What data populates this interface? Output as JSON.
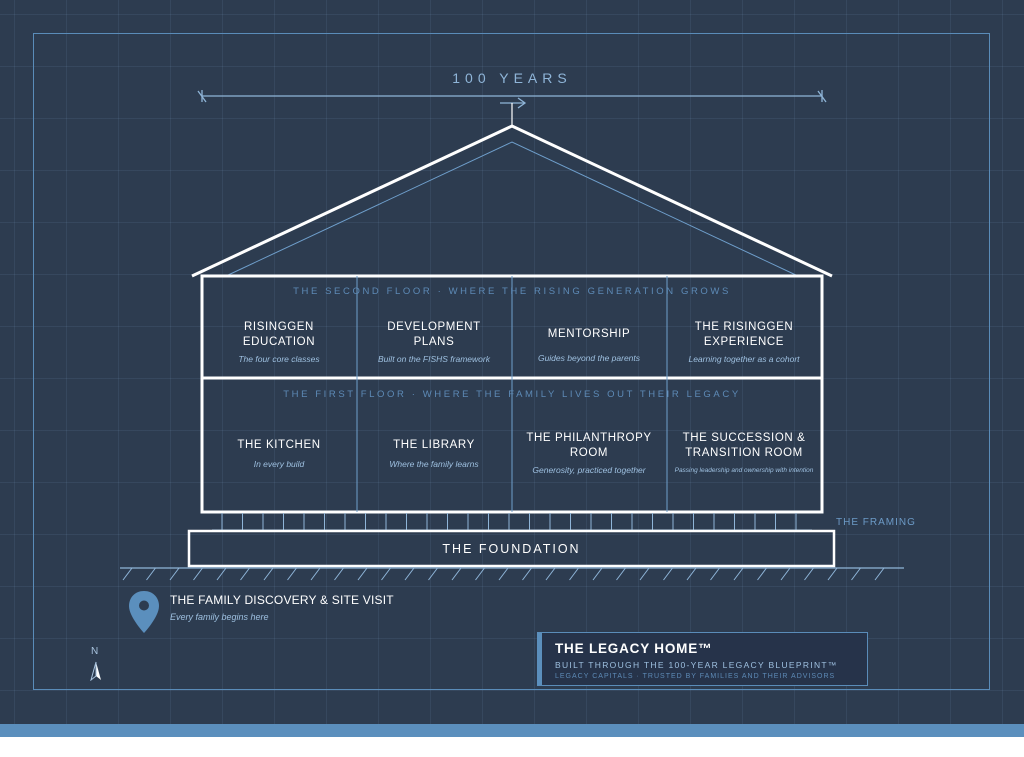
{
  "span": {
    "label": "100 YEARS"
  },
  "second_floor": {
    "label": "THE SECOND FLOOR · WHERE THE RISING GENERATION GROWS",
    "rooms": [
      {
        "title_line1": "RISINGGEN",
        "title_line2": "EDUCATION",
        "subtitle": "The four core classes"
      },
      {
        "title_line1": "DEVELOPMENT",
        "title_line2": "PLANS",
        "subtitle": "Built on the FISHS framework"
      },
      {
        "title_line1": "MENTORSHIP",
        "title_line2": "",
        "subtitle": "Guides beyond the parents"
      },
      {
        "title_line1": "THE RISINGGEN",
        "title_line2": "EXPERIENCE",
        "subtitle": "Learning together as a cohort"
      }
    ]
  },
  "first_floor": {
    "label": "THE FIRST FLOOR · WHERE THE FAMILY LIVES OUT THEIR LEGACY",
    "rooms": [
      {
        "title_line1": "THE KITCHEN",
        "title_line2": "",
        "subtitle": "In every build"
      },
      {
        "title_line1": "THE LIBRARY",
        "title_line2": "",
        "subtitle": "Where the family learns"
      },
      {
        "title_line1": "THE PHILANTHROPY",
        "title_line2": "ROOM",
        "subtitle": "Generosity, practiced together"
      },
      {
        "title_line1": "THE SUCCESSION &",
        "title_line2": "TRANSITION ROOM",
        "subtitle": "Passing leadership and ownership with intention"
      }
    ]
  },
  "framing": {
    "label": "THE FRAMING"
  },
  "foundation": {
    "label": "THE FOUNDATION"
  },
  "discovery": {
    "title": "THE FAMILY DISCOVERY & SITE VISIT",
    "subtitle": "Every family begins here",
    "icon": "map-pin-icon"
  },
  "compass": {
    "label": "N",
    "icon": "north-arrow-icon"
  },
  "title_block": {
    "title": "THE LEGACY HOME™",
    "subtitle": "BUILT THROUGH THE 100-YEAR LEGACY BLUEPRINT™",
    "credit": "LEGACY CAPITALS · TRUSTED BY FAMILIES AND THEIR ADVISORS"
  },
  "colors": {
    "background": "#2d3c50",
    "line": "#ffffff",
    "accent": "#5b8fbd",
    "accent_light": "#8fb5d8",
    "label_dim": "#5d8ab6"
  }
}
